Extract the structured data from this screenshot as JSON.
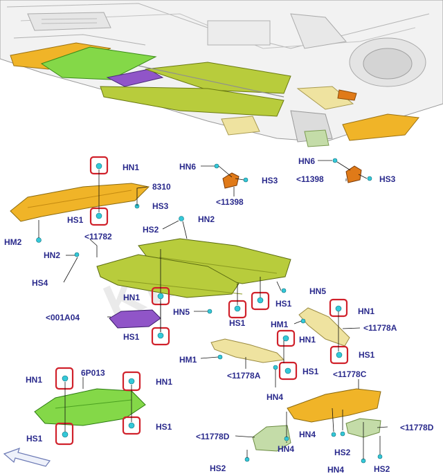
{
  "watermark": "KIKA",
  "colors": {
    "label": "#2a2a8c",
    "highlight": "#d0202a",
    "clip": "#34c8d8",
    "orange_shield": "#f0b428",
    "green_shield": "#84d848",
    "lime_shield": "#b8cc3c",
    "purple_shield": "#9055c8",
    "tan_shield": "#efe3a0",
    "bracket_orange": "#e07a18",
    "sage_shield": "#c4dca8"
  },
  "labels": {
    "hn1_a": "HN1",
    "n8310": "8310",
    "hs3_a": "HS3",
    "hs1_a": "HS1",
    "hm2": "HM2",
    "hn6_a": "HN6",
    "hs3_b": "HS3",
    "p11398_a": "<11398",
    "hn6_b": "HN6",
    "p11398_b": "<11398",
    "hs3_c": "HS3",
    "hs2_a": "HS2",
    "hn2_a": "HN2",
    "p11782": "<11782",
    "hn2_b": "HN2",
    "hs4": "HS4",
    "hn1_b": "HN1",
    "hn5_a": "HN5",
    "hs1_b": "HS1",
    "p001a04": "<001A04",
    "hn5_b": "HN5",
    "hs1_c": "HS1",
    "hs1_d": "HS1",
    "hn1_c": "HN1",
    "hm1_a": "HM1",
    "p11778a_a": "<11778A",
    "hn1_d": "HN1",
    "hs1_e": "HS1",
    "hm1_b": "HM1",
    "p11778a_b": "<11778A",
    "hs1_f": "HS1",
    "p11778c": "<11778C",
    "hn4_a": "HN4",
    "hn1_e": "HN1",
    "p6p013": "6P013",
    "hn1_f": "HN1",
    "hs1_g": "HS1",
    "hs1_h": "HS1",
    "p11778d_a": "<11778D",
    "p11778d_b": "<11778D",
    "hn4_b": "HN4",
    "hs2_b": "HS2",
    "hn4_c": "HN4",
    "hs2_c": "HS2",
    "hn4_d": "HN4",
    "hs2_d": "HS2"
  }
}
